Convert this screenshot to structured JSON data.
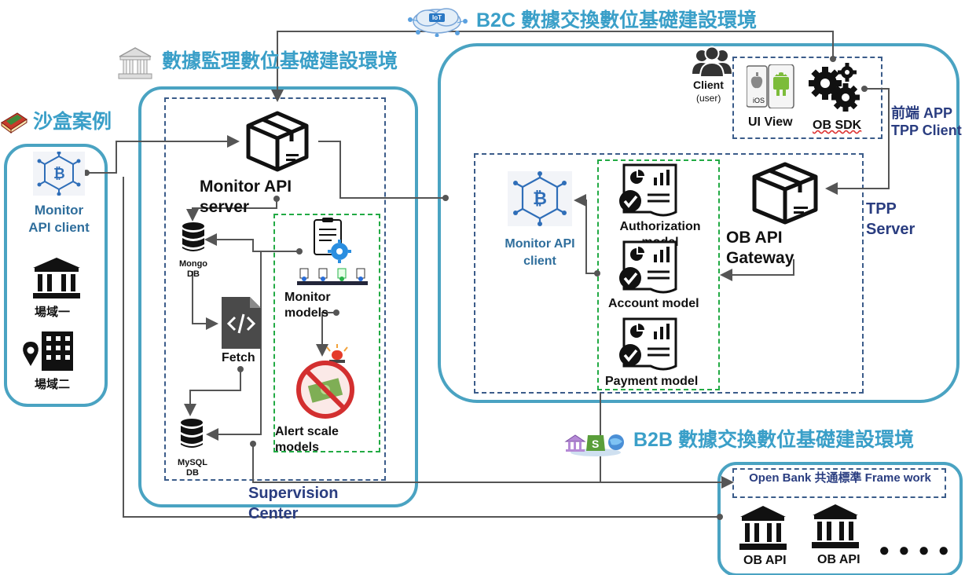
{
  "titles": {
    "b2c": "B2C 數據交換數位基礎建設環境",
    "supervision_env": "數據監理數位基礎建設環境",
    "sandbox": "沙盒案例",
    "b2b": "B2B 數據交換數位基礎建設環境"
  },
  "sandbox": {
    "client_label": "Monitor API client",
    "site1": "場域一",
    "site2": "場域二"
  },
  "supervision": {
    "server_label": "Monitor API server",
    "mongo": "Mongo DB",
    "fetch": "Fetch",
    "mysql": "MySQL DB",
    "monitor_models": "Monitor models",
    "alert_models": "Alert scale models",
    "center": "Supervision Center"
  },
  "b2c": {
    "client": "Client",
    "client_sub": "(user)",
    "ios": "iOS",
    "ui_view": "UI View",
    "ob_sdk": "OB SDK",
    "front_app": "前端 APP TPP Client",
    "tpp_server": "TPP Server",
    "monitor_client": "Monitor API client",
    "auth_model": "Authorization model",
    "account_model": "Account model",
    "payment_model": "Payment model",
    "gateway": "OB API Gateway",
    "iot": "IoT"
  },
  "b2b": {
    "framework": "Open Bank 共通標準 Frame work",
    "ob_api_1": "OB API",
    "ob_api_2": "OB API",
    "more": "● ● ● ●"
  },
  "colors": {
    "title_blue": "#3a9fc8",
    "box_border": "#4aa3c2",
    "dashed_navy": "#3b5c8a",
    "dashed_green": "#22aa44"
  }
}
